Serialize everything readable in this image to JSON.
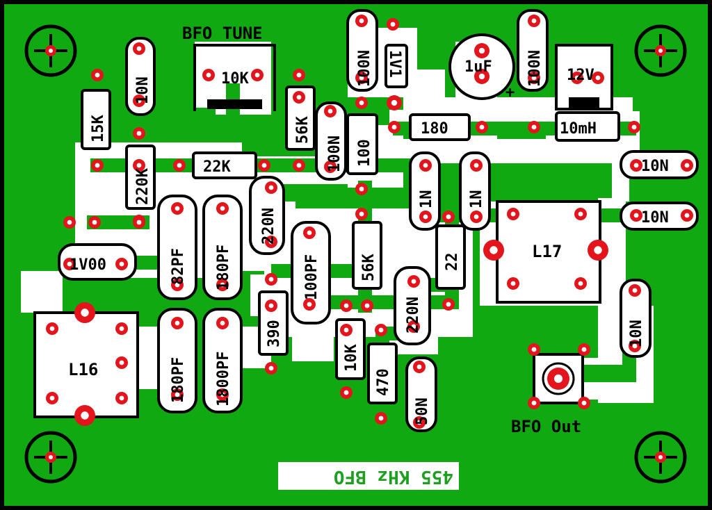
{
  "title": "BFO TUNE",
  "board_label": "455 KHz BFO",
  "output_label": "BFO Out",
  "colors": {
    "copper": "#11a911",
    "board_bg": "#ffffff",
    "pad": "#e3141b",
    "silk": "#000000"
  },
  "components": {
    "pot": "10K",
    "varicap": "1V1",
    "electrolytic": "1uF",
    "regulator": "12V",
    "xtal": "1V00",
    "L16": "L16",
    "L17": "L17",
    "r15k": "15K",
    "c10n_top": "10N",
    "r220k": "220K",
    "r22k": "22K",
    "r56k_top": "56K",
    "c100n_a": "100N",
    "r100": "100",
    "c100n_top": "100N",
    "c100n_right": "100N",
    "r180": "180",
    "ind10mh": "10mH",
    "c10n_r1": "10N",
    "c10n_r2": "10N",
    "c1n_a": "1N",
    "c1n_b": "1N",
    "r22": "22",
    "c82pf": "82PF",
    "c180pf_top": "180PF",
    "c220n_a": "220N",
    "c100pf": "100PF",
    "r56k_mid": "56K",
    "c220n_b": "220N",
    "c180pf_bot": "180PF",
    "c1800pf": "1800PF",
    "r390": "390",
    "r10k": "10K",
    "r470": "470",
    "c50n": "50N",
    "c10n_right": "10N"
  }
}
